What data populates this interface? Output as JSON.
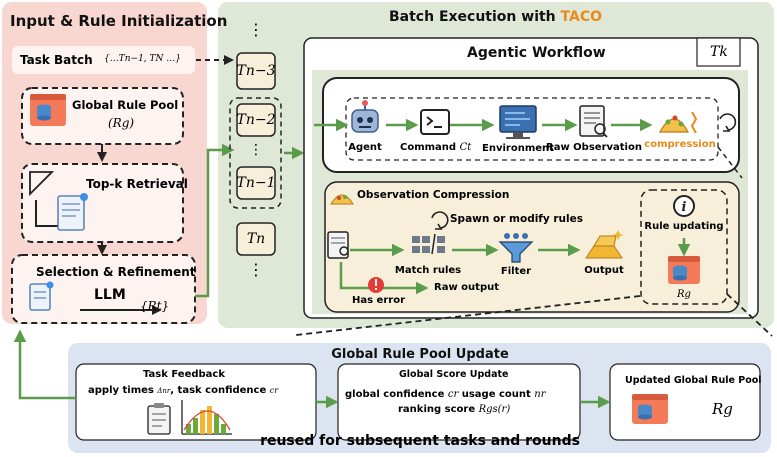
{
  "colors": {
    "left_panel_bg": "#f8d7d0",
    "batch_panel_bg": "#dfe8d6",
    "bottom_panel_bg": "#dbe4f0",
    "arrow_green": "#5b9c4b",
    "accent_orange": "#e8891a",
    "task_block_bg": "#f7efd9",
    "line_dark": "#222222"
  },
  "left_panel": {
    "title": "Input & Rule Initialization",
    "task_batch_label": "Task Batch",
    "task_batch_set": "{…Tn−1, TN …}",
    "global_rule_pool_label": "Global Rule Pool",
    "global_rule_pool_symbol": "(Rg)",
    "topk_label": "Top-k Retrieval",
    "selection_label": "Selection & Refinement",
    "llm_label": "LLM",
    "rt_symbol": "{Rt}"
  },
  "batch_panel": {
    "title_prefix": "Batch Execution with",
    "title_highlight": "TACO",
    "task_blocks": [
      "Tn−3",
      "Tn−2",
      "Tn−1",
      "Tn"
    ],
    "ellipsis": "⋮"
  },
  "workflow": {
    "title": "Agentic Workflow",
    "tk_label": "Tk",
    "steps": {
      "agent": "Agent",
      "command": "Command",
      "command_symbol": "Ct",
      "environment": "Environment",
      "raw_observation": "Raw Observation",
      "compression": "compression"
    }
  },
  "compression": {
    "title": "Observation Compression",
    "spawn_label": "Spawn or modify rules",
    "match_rules": "Match rules",
    "filter": "Filter",
    "output": "Output",
    "has_error": "Has error",
    "raw_output": "Raw output",
    "rule_updating": "Rule updating",
    "rg_symbol": "Rg"
  },
  "bottom_panel": {
    "title": "Global Rule Pool Update",
    "task_feedback_title": "Task Feedback",
    "task_feedback_line_a": "apply times",
    "task_feedback_apply_symbol": "Δnr",
    "task_feedback_line_b": ", task confidence",
    "task_feedback_conf_symbol": "cr",
    "score_title": "Global Score Update",
    "score_line1_a": "global confidence",
    "score_line1_sym1": "cr",
    "score_line1_b": "usage count",
    "score_line1_sym2": "nr",
    "score_line2_a": "ranking score",
    "score_line2_sym": "Rgs(r)",
    "updated_title": "Updated Global Rule Pool",
    "updated_symbol": "Rg",
    "footer": "reused for subsequent tasks and rounds"
  }
}
